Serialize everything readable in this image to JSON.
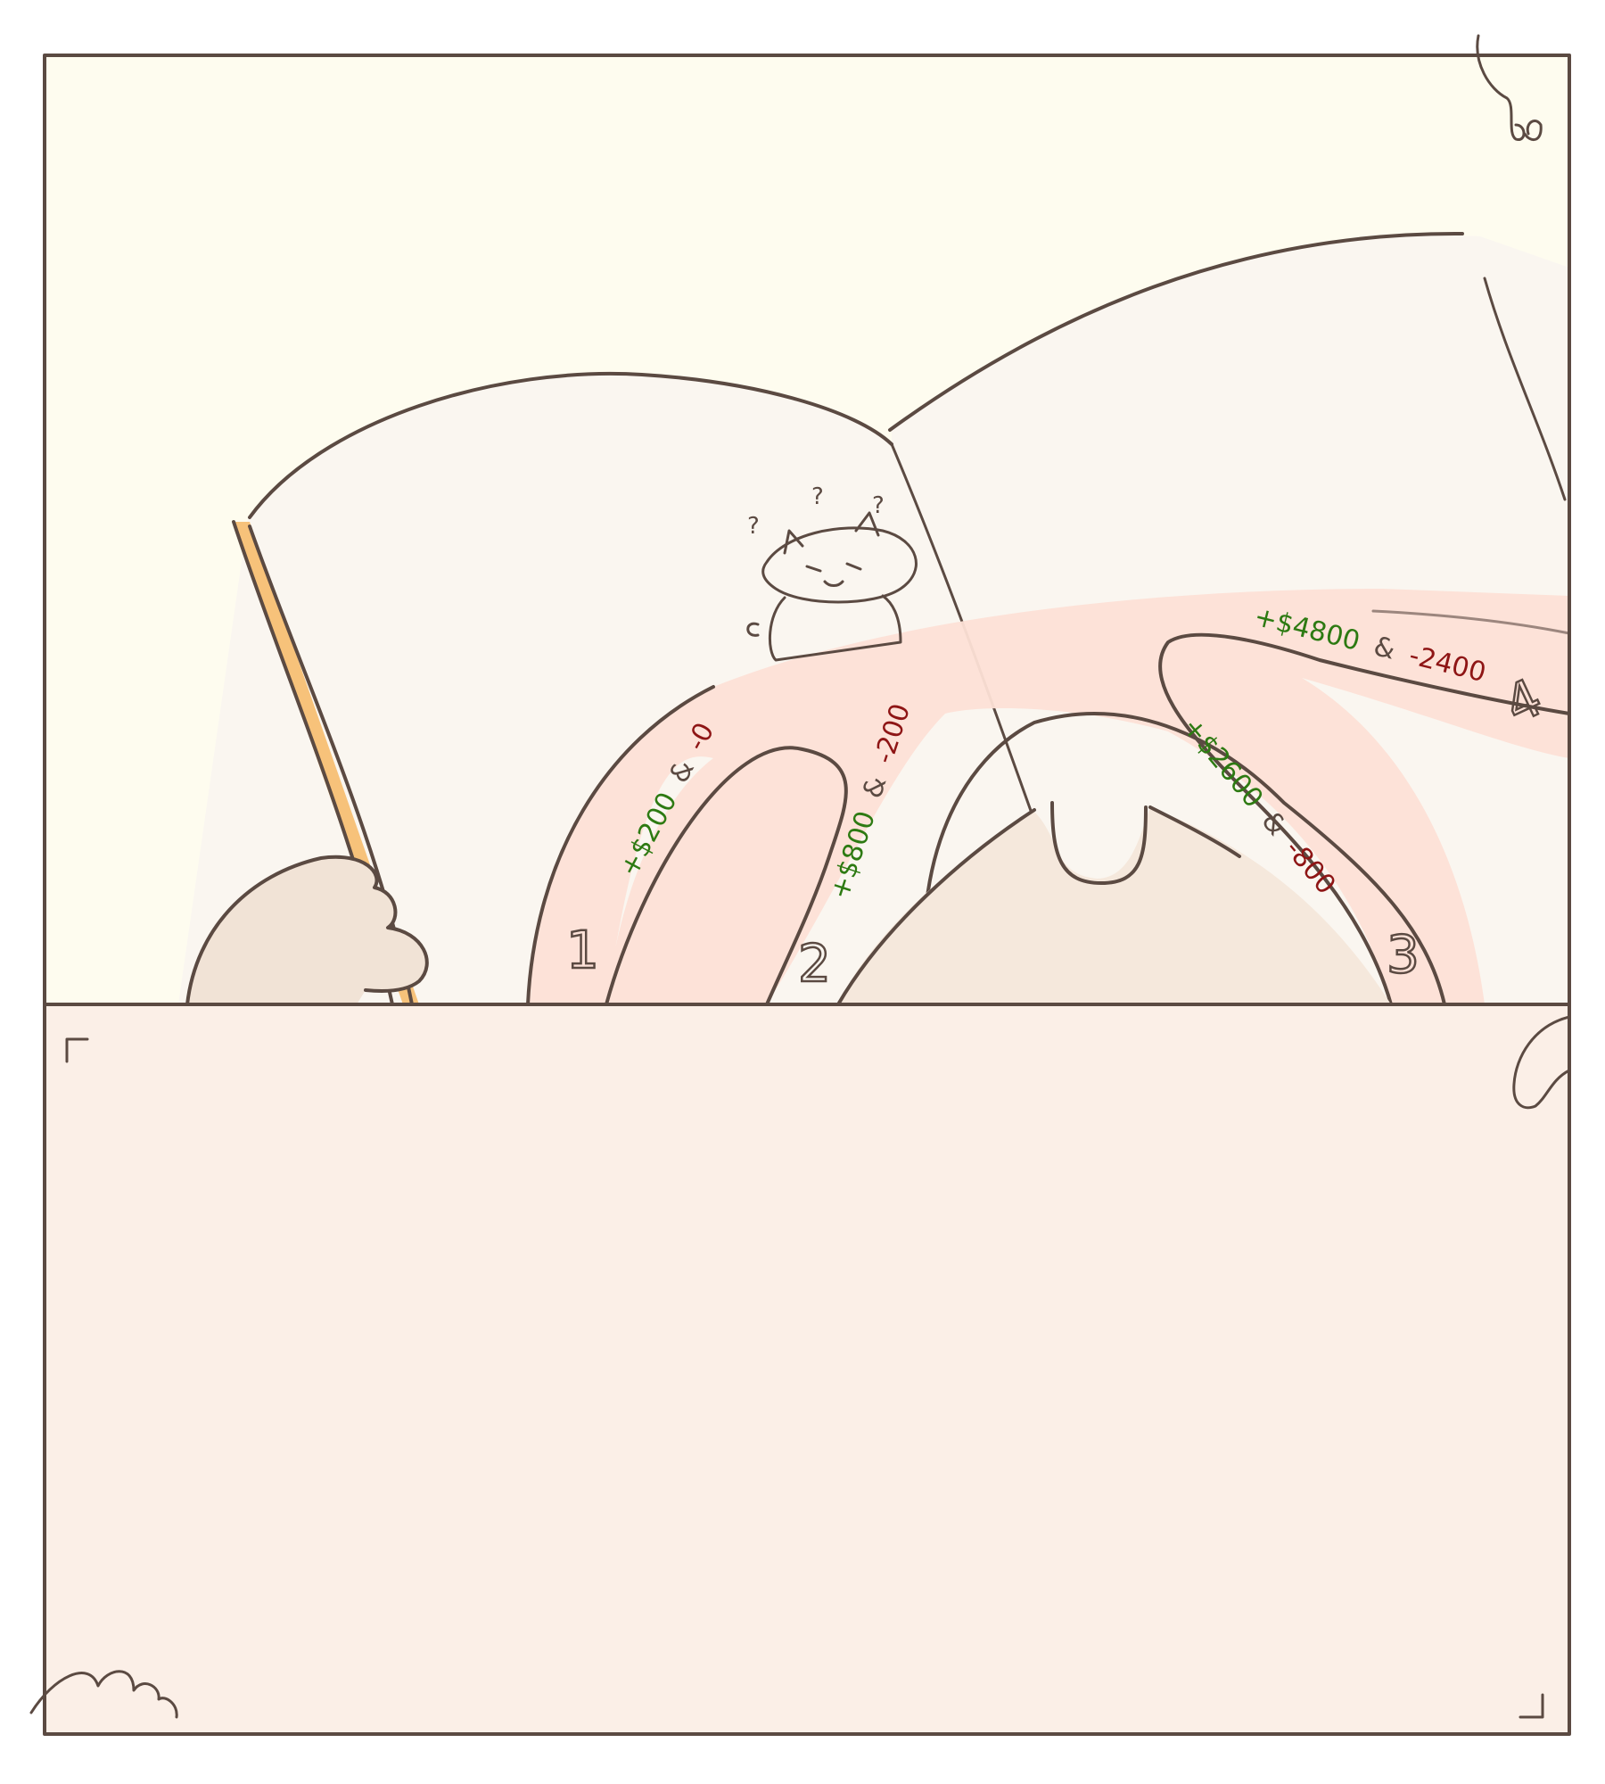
{
  "colors": {
    "top_panel_bg": "#fefcef",
    "bottom_panel_bg": "#fbefe7",
    "ink": "#5b4a42",
    "page": "#faf6f0",
    "path_band": "#fde0d6",
    "pointer": "#f7c27a",
    "paw": "#f1e3d6",
    "gain_green": "#2d7a12",
    "loss_red": "#8e1515"
  },
  "illustration": {
    "description_icons": [
      "open-book",
      "pointer-stick",
      "paw",
      "confused-cat-doodle",
      "branching-path"
    ],
    "branches": [
      {
        "number": "1",
        "gain": "+$200",
        "joiner": "&",
        "loss": "-0"
      },
      {
        "number": "2",
        "gain": "+$800",
        "joiner": "&",
        "loss": "-200"
      },
      {
        "number": "3",
        "gain": "+$2600",
        "joiner": "&",
        "loss": "-800"
      },
      {
        "number": "4",
        "gain": "+$4800",
        "joiner": "&",
        "loss": "-2400"
      }
    ],
    "doodle_marks": [
      "?",
      "?",
      "?"
    ]
  }
}
